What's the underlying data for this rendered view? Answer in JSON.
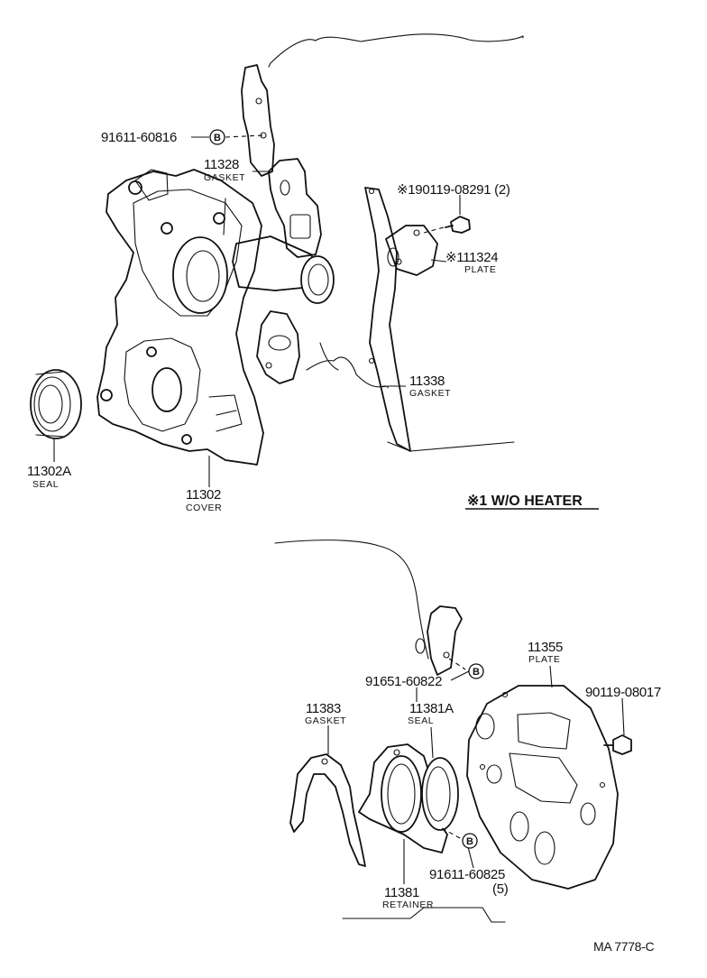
{
  "parts": {
    "p91611_60816": {
      "number": "91611-60816"
    },
    "p11328": {
      "number": "11328",
      "name": "GASKET"
    },
    "p190119_08291": {
      "number": "※190119-08291 (2)"
    },
    "p111324": {
      "number": "※111324",
      "name": "PLATE"
    },
    "p11338": {
      "number": "11338",
      "name": "GASKET"
    },
    "p11302A": {
      "number": "11302A",
      "name": "SEAL"
    },
    "p11302": {
      "number": "11302",
      "name": "COVER"
    },
    "p11355": {
      "number": "11355",
      "name": "PLATE"
    },
    "p90119_08017": {
      "number": "90119-08017"
    },
    "p91651_60822": {
      "number": "91651-60822"
    },
    "p11383": {
      "number": "11383",
      "name": "GASKET"
    },
    "p11381A": {
      "number": "11381A",
      "name": "SEAL"
    },
    "p11381": {
      "number": "11381",
      "name": "RETAINER"
    },
    "p91611_60825": {
      "number": "91611-60825",
      "qty": "(5)"
    }
  },
  "note": "※1 W/O HEATER",
  "bolt_marker": "B",
  "drawing_code": "MA  7778-C"
}
